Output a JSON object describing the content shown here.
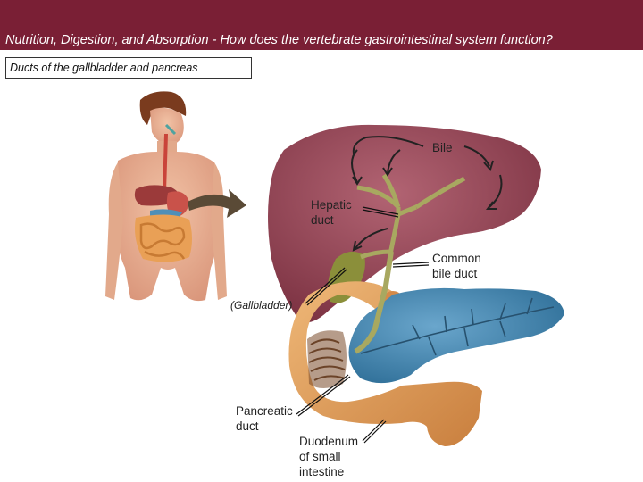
{
  "header": {
    "title": "Nutrition, Digestion, and Absorption - How does the vertebrate gastrointestinal system function?"
  },
  "subtitle": "Ducts of the gallbladder and pancreas",
  "labels": {
    "bile": "Bile",
    "hepatic_duct_line1": "Hepatic",
    "hepatic_duct_line2": "duct",
    "common_bile_duct_line1": "Common",
    "common_bile_duct_line2": "bile duct",
    "gallbladder": "(Gallbladder)",
    "pancreatic_duct_line1": "Pancreatic",
    "pancreatic_duct_line2": "duct",
    "duodenum_line1": "Duodenum",
    "duodenum_line2": "of small",
    "duodenum_line3": "intestine"
  },
  "colors": {
    "header_bg": "#7a1f35",
    "liver": "#9b4a5a",
    "gallbladder": "#8b8f3a",
    "bile_duct": "#a8a860",
    "pancreas": "#4f8fb8",
    "duodenum": "#e0a060",
    "skin": "#e8b090"
  }
}
